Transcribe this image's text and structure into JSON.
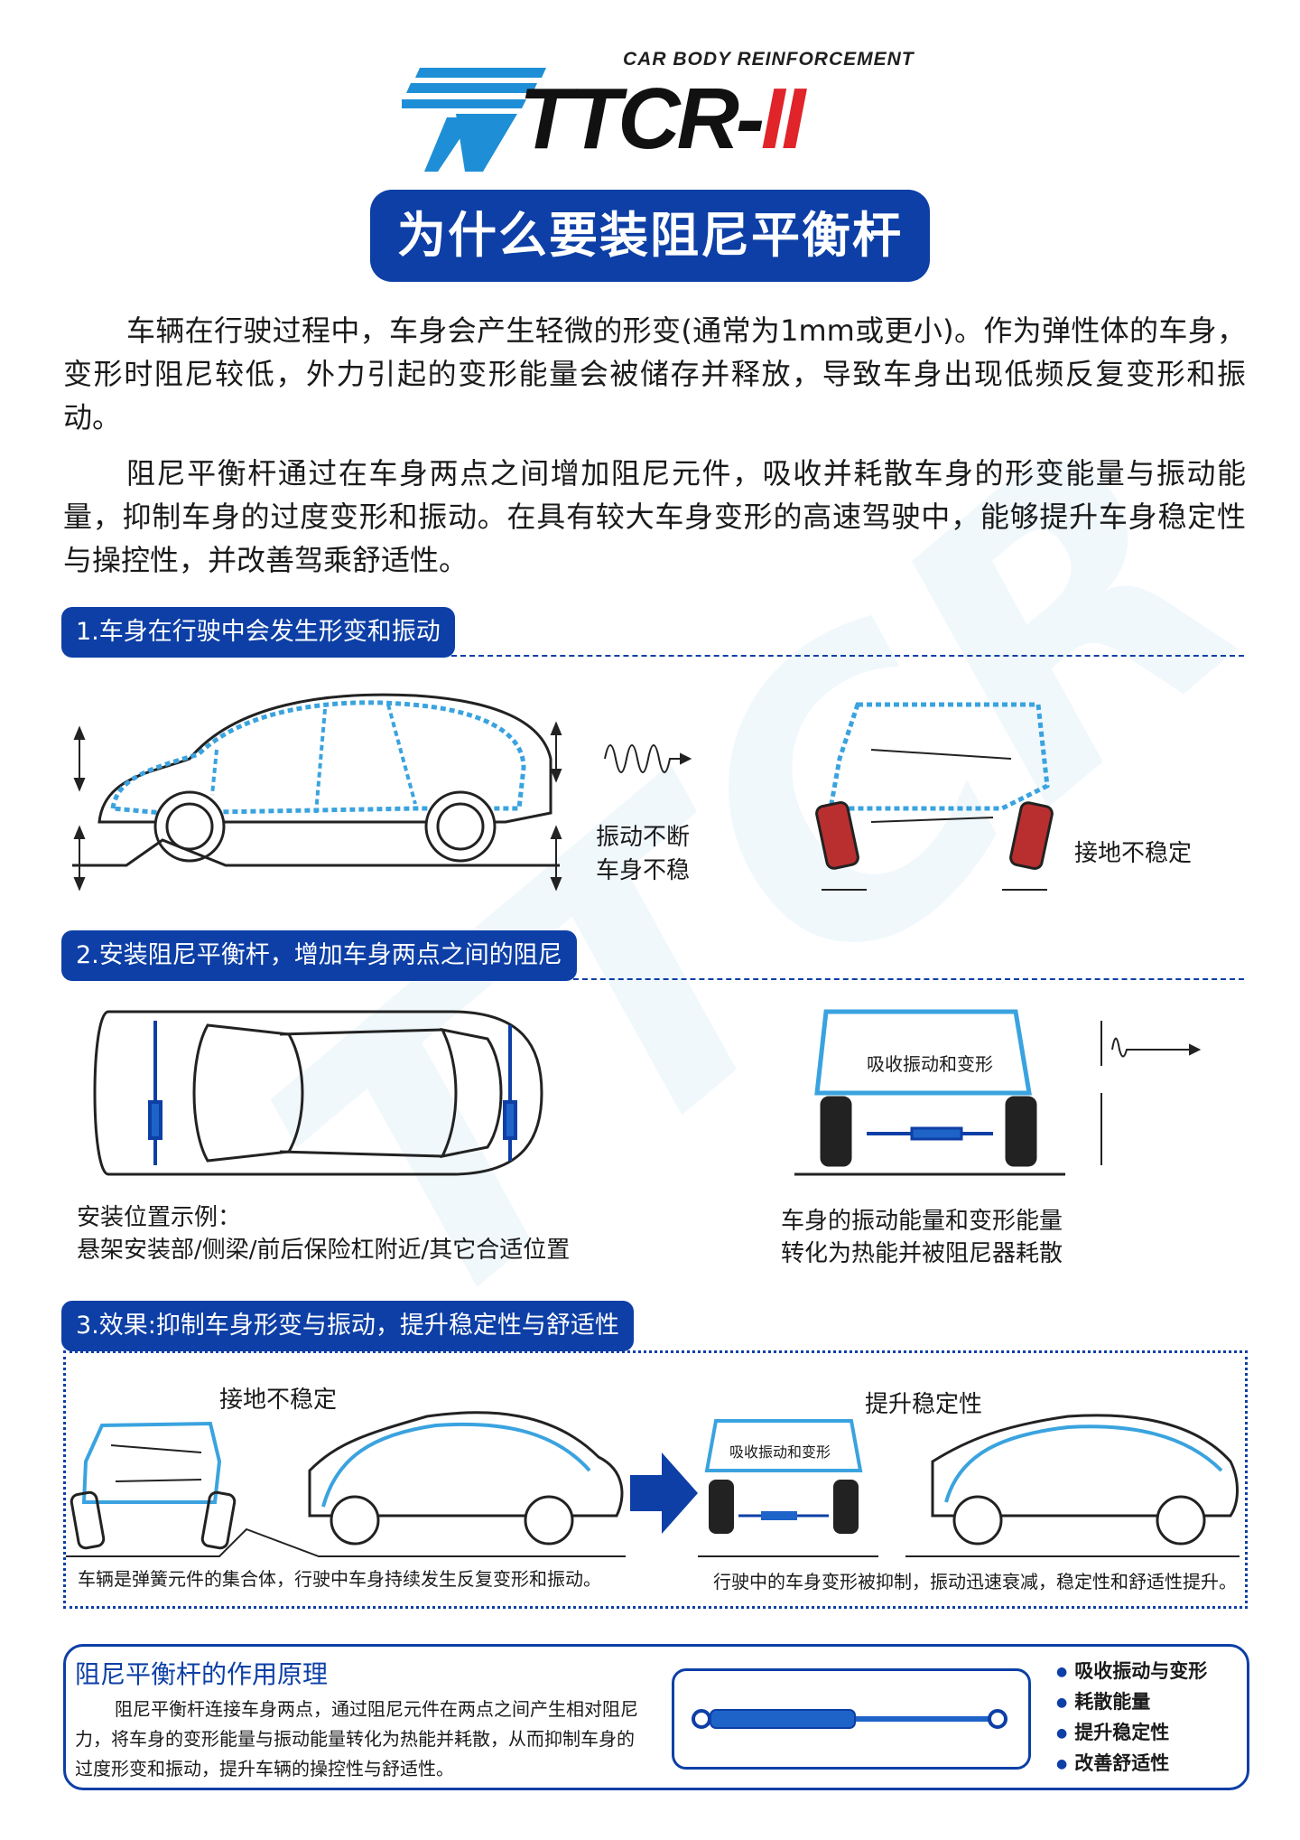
{
  "logo": {
    "tagline": "CAR BODY REINFORCEMENT",
    "wordmark": "TTCR-",
    "wordmark_suffix": "II",
    "colors": {
      "blue": "#1e8fd6",
      "red": "#e0242a",
      "dark": "#111111"
    }
  },
  "title": "为什么要装阻尼平衡杆",
  "intro": [
    "车辆在行驶过程中，车身会产生轻微的形变(通常为1mm或更小)。作为弹性体的车身，变形时阻尼较低，外力引起的变形能量会被储存并释放，导致车身出现低频反复变形和振动。",
    "阻尼平衡杆通过在车身两点之间增加阻尼元件，吸收并耗散车身的形变能量与振动能量，抑制车身的过度变形和振动。在具有较大车身变形的高速驾驶中，能够提升车身稳定性与操控性，并改善驾乘舒适性。"
  ],
  "section1": {
    "heading": "1.车身在行驶中会发生形变和振动",
    "label_vibration": [
      "振动不断",
      "车身不稳"
    ],
    "label_contact": "接地不稳定"
  },
  "section2": {
    "heading": "2.安装阻尼平衡杆，增加车身两点之间的阻尼",
    "install_title": "安装位置示例：",
    "install_positions": "悬架安装部/侧梁/前后保险杠附近/其它合适位置",
    "absorb_label": "吸收振动和变形",
    "energy_text": [
      "车身的振动能量和变形能量",
      "转化为热能并被阻尼器耗散"
    ]
  },
  "section3": {
    "heading": "3.效果:抑制车身形变与振动，提升稳定性与舒适性",
    "left_title": "接地不稳定",
    "right_title": "提升稳定性",
    "absorb_label": "吸收振动和变形",
    "left_caption": "车辆是弹簧元件的集合体，行驶中车身持续发生反复变形和振动。",
    "right_caption": "行驶中的车身变形被抑制，振动迅速衰减，稳定性和舒适性提升。"
  },
  "principle": {
    "title": "阻尼平衡杆的作用原理",
    "text": "阻尼平衡杆连接车身两点，通过阻尼元件在两点之间产生相对阻尼力，将车身的变形能量与振动能量转化为热能并耗散，从而抑制车身的过度形变和振动，提升车辆的操控性与舒适性。",
    "bullets": [
      "吸收振动与变形",
      "耗散能量",
      "提升稳定性",
      "改善舒适性"
    ]
  },
  "watermark": "TTCR"
}
